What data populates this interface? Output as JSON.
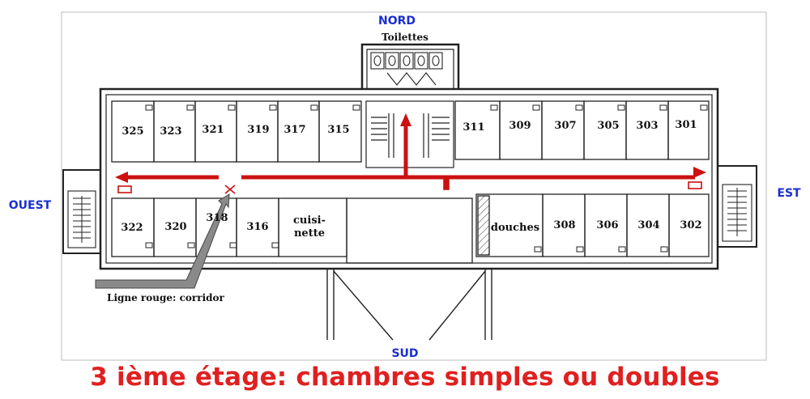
{
  "compass": {
    "north": "NORD",
    "south": "SUD",
    "west": "OUEST",
    "east": "EST"
  },
  "labels": {
    "toilets": "Toilettes",
    "showers": "douches",
    "kitchen_line1": "cuisi-",
    "kitchen_line2": "nette",
    "legend": "Ligne rouge: corridor"
  },
  "rooms_north": [
    "325",
    "323",
    "321",
    "319",
    "317",
    "315",
    "311",
    "309",
    "307",
    "305",
    "303",
    "301"
  ],
  "rooms_south": [
    "322",
    "320",
    "318",
    "316",
    "308",
    "306",
    "304",
    "302"
  ],
  "title": "3 ième étage: chambres simples ou doubles",
  "colors": {
    "corridor_line": "#cc1111",
    "title": "#e02020",
    "compass": "#1a2fd0",
    "walls": "#222222",
    "legend_arrow": "#8a8a8a"
  }
}
